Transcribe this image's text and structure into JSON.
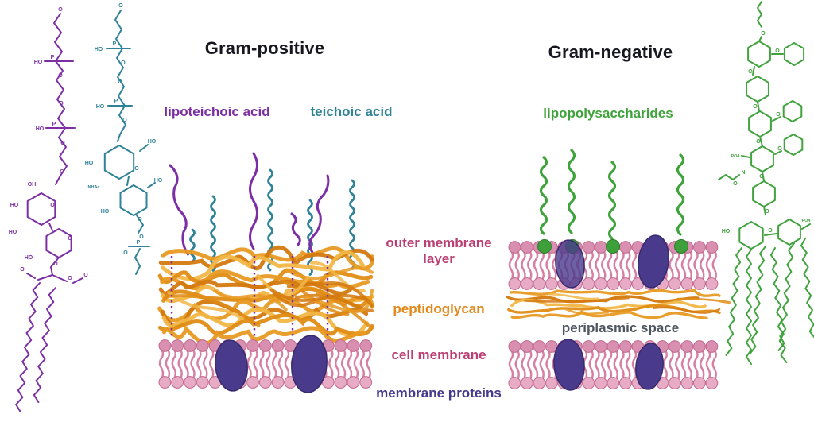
{
  "figure": {
    "gram_positive": {
      "title": "Gram-positive",
      "molecule_labels": {
        "lipoteichoic_acid": "lipoteichoic acid",
        "teichoic_acid": "teichoic acid"
      }
    },
    "gram_negative": {
      "title": "Gram-negative",
      "molecule_labels": {
        "lipopolysaccharides": "lipopolysaccharides"
      },
      "periplasmic_space": "periplasmic space"
    },
    "layer_labels": {
      "outer_membrane_line1": "outer membrane",
      "outer_membrane_line2": "layer",
      "peptidoglycan": "peptidoglycan",
      "cell_membrane": "cell membrane",
      "membrane_proteins": "membrane proteins"
    },
    "atoms": {
      "O": "O",
      "HO": "HO",
      "OH": "OH",
      "P": "P",
      "N": "N",
      "NHAc": "NHAc",
      "PO4": "PO4"
    }
  },
  "colors": {
    "lipoteichoic_purple": "#7c2ea4",
    "teichoic_teal": "#2f8398",
    "lps_green": "#3fa33c",
    "peptidoglycan_orange": "#e2891b",
    "membrane_label_rose": "#bb3f72",
    "protein_indigo": "#453a8c",
    "periplasmic_gray": "#4d5661",
    "title_black": "#17171f",
    "lipid_head_pink": "#d98fb0",
    "lipid_tail_pink": "#d77fa2"
  }
}
